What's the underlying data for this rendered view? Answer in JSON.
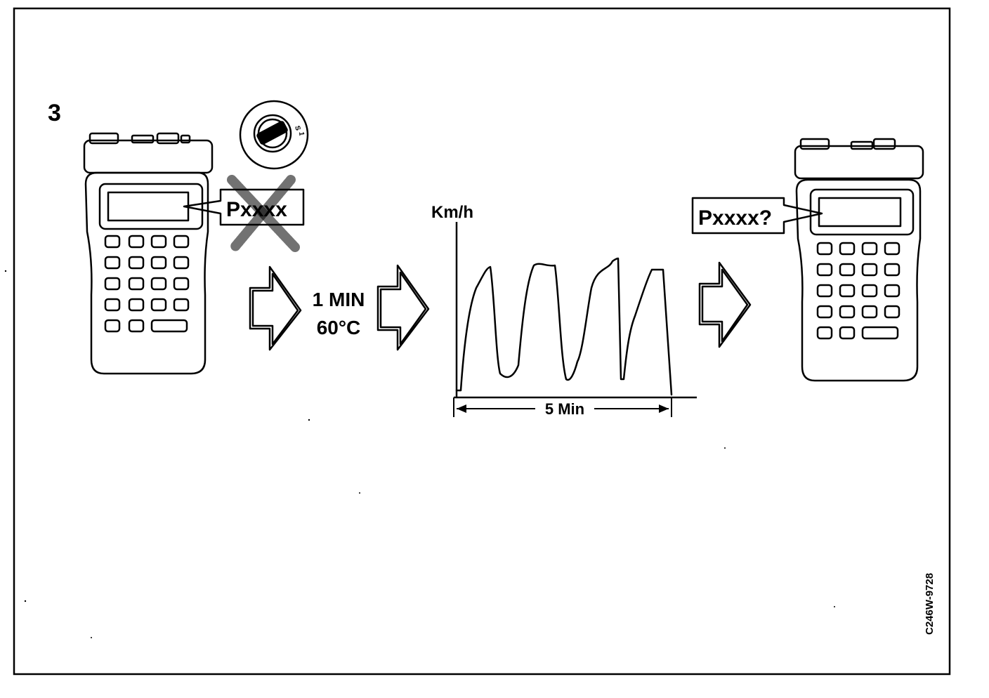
{
  "step_number": "3",
  "left_message": "Pxxxx",
  "step1_line1": "1 MIN",
  "step1_line2": "60°C",
  "graph_ylabel": "Km/h",
  "graph_duration": "5 Min",
  "right_message": "Pxxxx?",
  "figure_code": "C246W-9728"
}
